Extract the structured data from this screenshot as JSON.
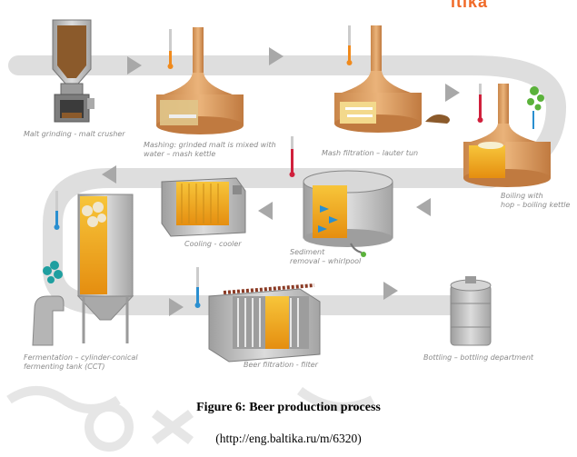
{
  "brand": {
    "logo_text": "ltika",
    "accent": "#f06a28"
  },
  "colors": {
    "copper": "#e3a463",
    "copper_dark": "#b8733a",
    "steel": "#bdbdbd",
    "beer": "#f2a81d",
    "path": "#d9d9d9",
    "label": "#8a8a8a"
  },
  "steps": [
    {
      "id": "malt",
      "label_lines": [
        "Malt grinding - malt crusher"
      ]
    },
    {
      "id": "mashing",
      "label_lines": [
        "Mashing: grinded malt is mixed with",
        "water – mash kettle"
      ]
    },
    {
      "id": "lauter",
      "label_lines": [
        "Mash filtration – lauter tun"
      ]
    },
    {
      "id": "boiling",
      "label_lines": [
        "Boiling with",
        "hop – boiling kettle"
      ]
    },
    {
      "id": "cooling",
      "label_lines": [
        "Cooling - cooler"
      ]
    },
    {
      "id": "whirlpool",
      "label_lines": [
        "Sediment",
        "removal – whirlpool"
      ]
    },
    {
      "id": "fermentation",
      "label_lines": [
        "Fermentation – cylinder-conical",
        "fermenting tank (CCT)"
      ]
    },
    {
      "id": "filtration",
      "label_lines": [
        "Beer filtration - filter"
      ]
    },
    {
      "id": "bottling",
      "label_lines": [
        "Bottling – bottling department"
      ]
    }
  ],
  "caption": "Figure 6: Beer production process",
  "source": "(http://eng.baltika.ru/m/6320)"
}
